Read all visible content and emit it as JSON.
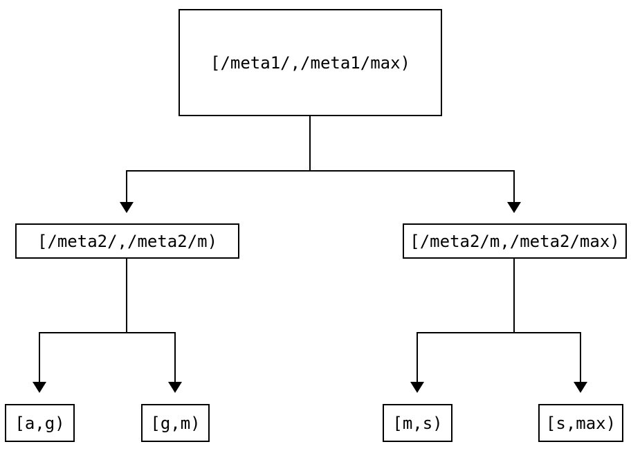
{
  "colors": {
    "line": "#000000",
    "text": "#000000",
    "background": "#ffffff"
  },
  "tree": {
    "label": "[/meta1/,/meta1/max)",
    "children": [
      {
        "label": "[/meta2/,/meta2/m)",
        "children": [
          {
            "label": "[a,g)"
          },
          {
            "label": "[g,m)"
          }
        ]
      },
      {
        "label": "[/meta2/m,/meta2/max)",
        "children": [
          {
            "label": "[m,s)"
          },
          {
            "label": "[s,max)"
          }
        ]
      }
    ]
  }
}
